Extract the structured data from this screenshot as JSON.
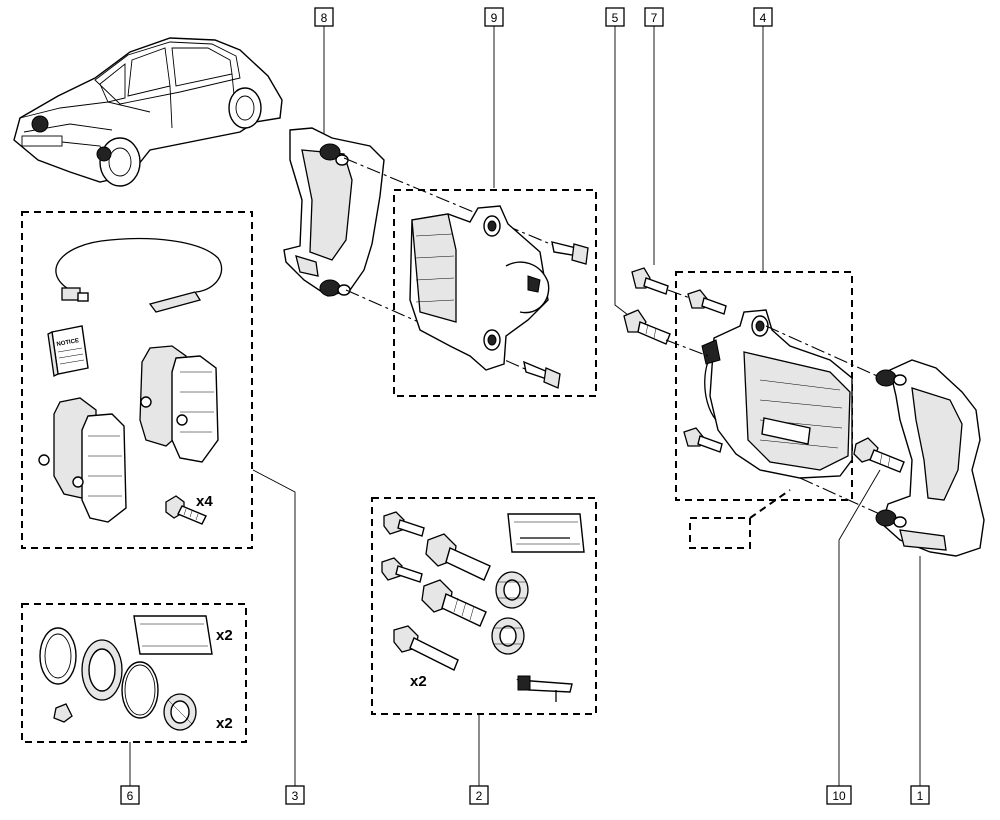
{
  "callouts": [
    {
      "id": "8",
      "text": "8"
    },
    {
      "id": "9",
      "text": "9"
    },
    {
      "id": "5",
      "text": "5"
    },
    {
      "id": "7",
      "text": "7"
    },
    {
      "id": "4",
      "text": "4"
    },
    {
      "id": "6",
      "text": "6"
    },
    {
      "id": "3",
      "text": "3"
    },
    {
      "id": "2",
      "text": "2"
    },
    {
      "id": "10",
      "text": "10"
    },
    {
      "id": "1",
      "text": "1"
    }
  ],
  "quantities": {
    "pad_kit_bolts": "x4",
    "seal_kit_grease": "x2",
    "seal_kit_boots": "x2",
    "guide_kit_pins": "x2"
  },
  "notice_label": "NOTICE"
}
